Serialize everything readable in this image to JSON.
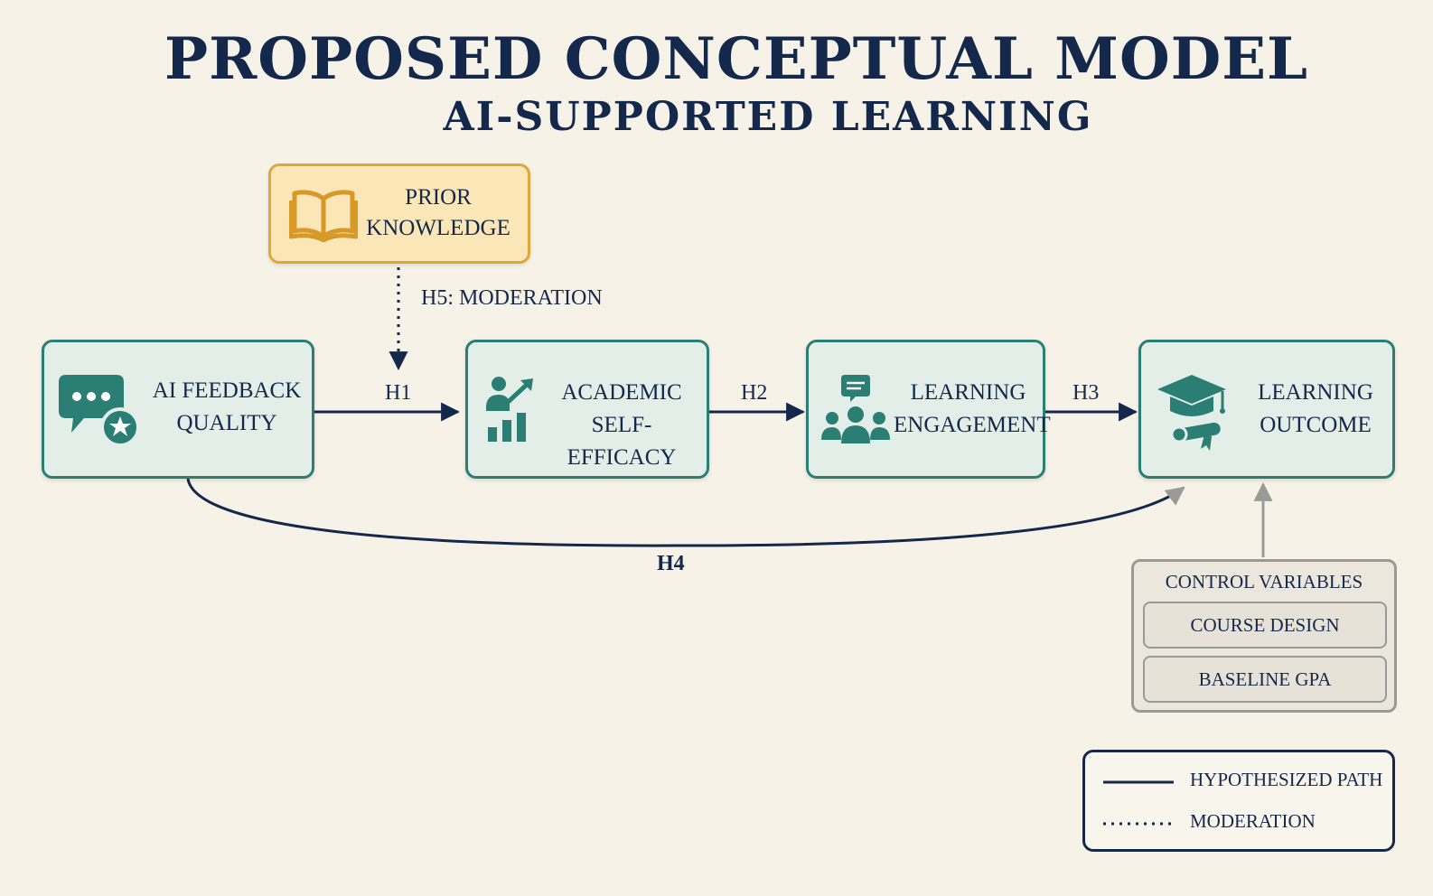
{
  "title": "PROPOSED CONCEPTUAL MODEL",
  "subtitle": "AI-SUPPORTED LEARNING",
  "colors": {
    "background": "#f6f2e7",
    "navy": "#14284b",
    "teal": "#2a7e73",
    "node_fill": "#e3eee9",
    "moderator_fill": "#fae6b6",
    "moderator_border": "#dda83a",
    "control_border": "#9a9a96"
  },
  "moderator": {
    "line1": "PRIOR",
    "line2": "KNOWLEDGE",
    "icon": "open-book-icon"
  },
  "nodes": [
    {
      "line1": "AI FEEDBACK",
      "line2": "QUALITY",
      "icon": "chat-star-icon"
    },
    {
      "line1": "ACADEMIC",
      "line2": "SELF-EFFICACY",
      "icon": "growth-chart-icon"
    },
    {
      "line1": "LEARNING",
      "line2": "ENGAGEMENT",
      "icon": "group-discussion-icon"
    },
    {
      "line1": "LEARNING",
      "line2": "OUTCOME",
      "icon": "graduation-icon"
    }
  ],
  "paths": {
    "h1": "H1",
    "h2": "H2",
    "h3": "H3",
    "h4": "H4",
    "h5": "H5: MODERATION"
  },
  "controls": {
    "heading": "CONTROL VARIABLES",
    "items": [
      "COURSE DESIGN",
      "BASELINE GPA"
    ]
  },
  "legend": {
    "solid": "HYPOTHESIZED PATH",
    "dotted": "MODERATION"
  }
}
